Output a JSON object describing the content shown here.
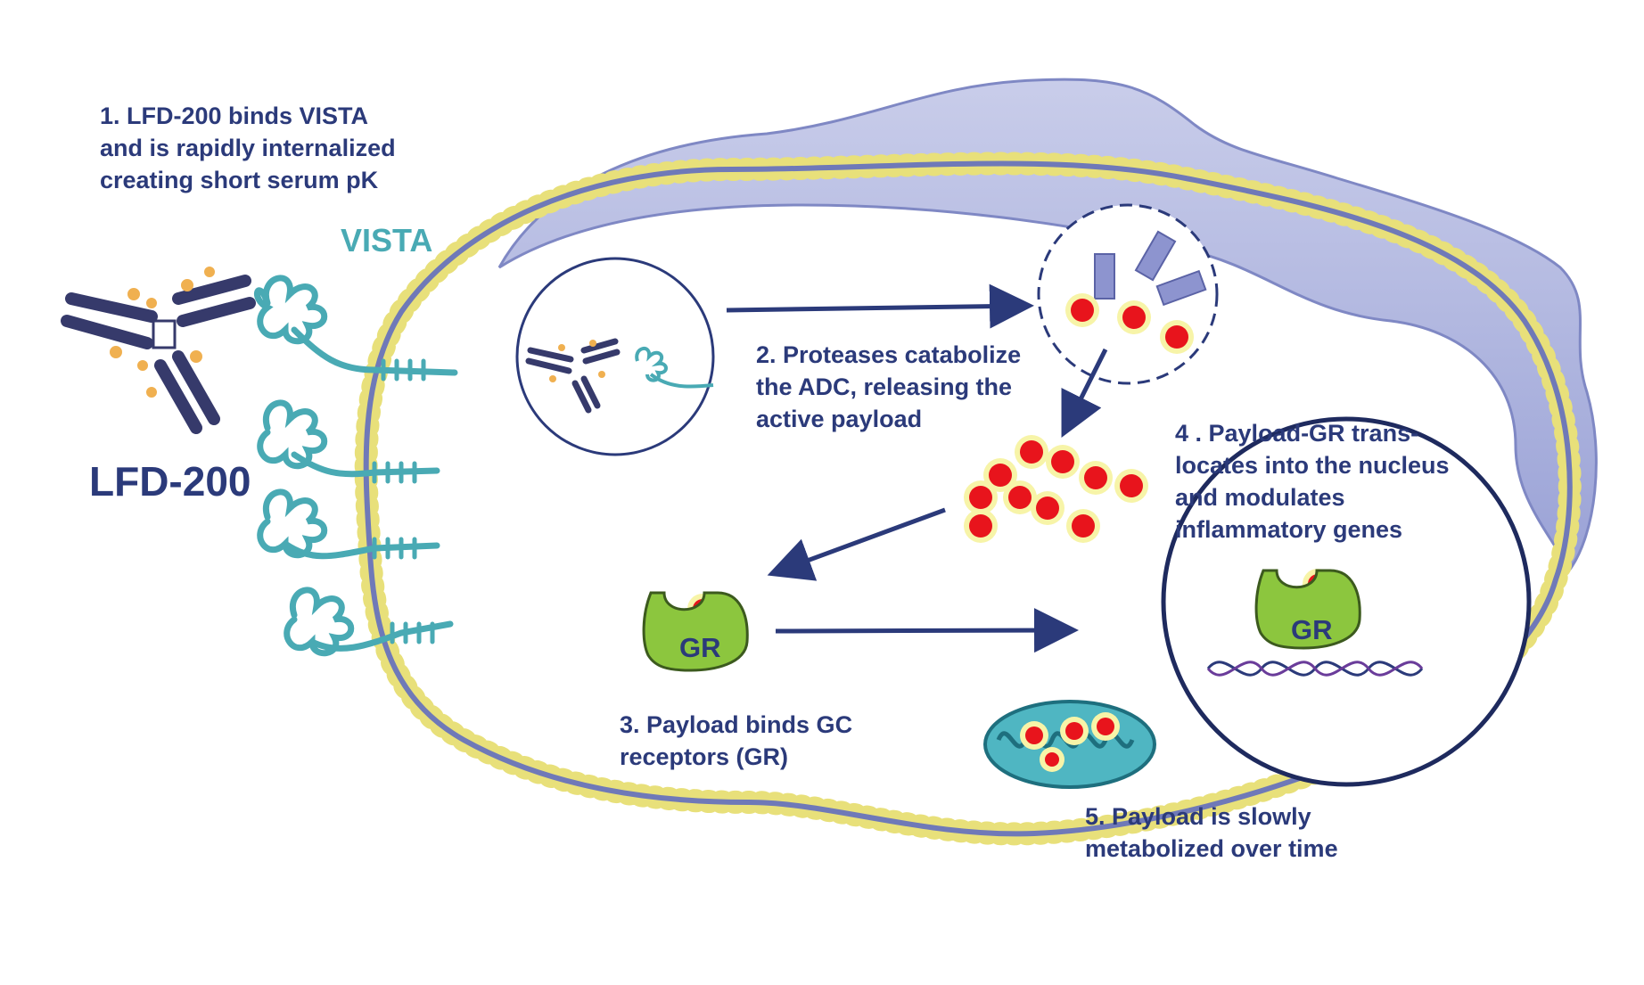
{
  "diagram": {
    "drug_name": "LFD-200",
    "target_name": "VISTA",
    "receptor_label": "GR",
    "steps": [
      {
        "number": "1",
        "lines": [
          "1. LFD-200 binds VISTA",
          "and is rapidly internalized",
          "creating short serum pK"
        ]
      },
      {
        "number": "2",
        "lines": [
          "2. Proteases catabolize",
          "the ADC, releasing the",
          "active payload"
        ]
      },
      {
        "number": "3",
        "lines": [
          "3. Payload binds GC",
          "receptors (GR)"
        ]
      },
      {
        "number": "4",
        "lines": [
          "4 . Payload-GR trans-",
          "locates into the nucleus",
          "and modulates",
          "inflammatory genes"
        ]
      },
      {
        "number": "5",
        "lines": [
          "5. Payload is slowly",
          "metabolized over time"
        ]
      }
    ],
    "colors": {
      "text_navy": "#2b3a7a",
      "vista_teal": "#49aab4",
      "membrane_bead": "#e8e07a",
      "membrane_core": "#6f79b8",
      "cell_fill": "#b7bddf",
      "payload_red": "#e8141c",
      "receptor_green": "#8cc63e",
      "mito_teal": "#2fa6b4"
    },
    "icons": [
      "antibody-icon",
      "vista-receptor-icon",
      "endosome-icon",
      "fragment-icon",
      "payload-icon",
      "gr-receptor-icon",
      "dna-icon",
      "mitochondrion-icon",
      "arrow-icon"
    ]
  }
}
